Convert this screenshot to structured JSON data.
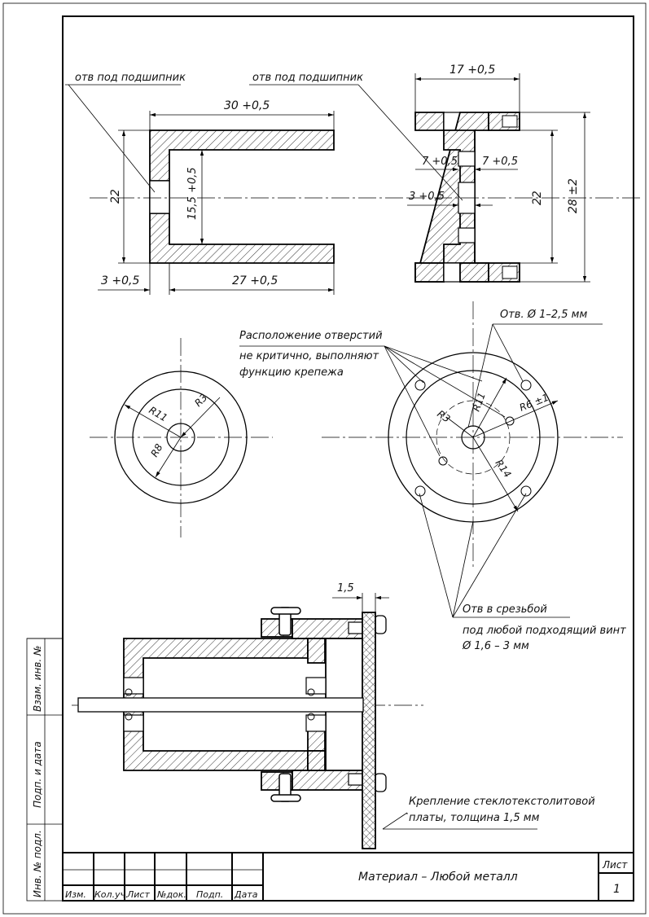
{
  "labels": {
    "bearing_hole_left": "отв под подшипник",
    "bearing_hole_right": "отв под подшипник",
    "dim_30": "30 +0,5",
    "dim_22_left": "22",
    "dim_15_5": "15,5 +0,5",
    "dim_3_left": "3 +0,5",
    "dim_27": "27 +0,5",
    "dim_17": "17 +0,5",
    "dim_7_a": "7 +0,5",
    "dim_7_b": "7 +0,5",
    "dim_3_right": "3 +0,5",
    "dim_22_right": "22",
    "dim_28": "28 ±2",
    "holes_dia": "Отв. Ø 1–2,5 мм",
    "holes_note_1": "Расположение отверстий",
    "holes_note_2": "не критично, выполняют",
    "holes_note_3": "функцию крепежа",
    "r11_left": "R11",
    "r3_left": "R3",
    "r8_left": "R8",
    "r3_right": "R3",
    "r11_right": "R11",
    "r6_right": "R6 ±1",
    "r14_right": "R14",
    "dim_1_5": "1,5",
    "thread_note_1": "Отв в срезьбой",
    "thread_note_2": "под любой подходящий винт",
    "thread_note_3": "Ø 1,6 – 3 мм",
    "board_note_1": "Крепление стеклотекстолитовой",
    "board_note_2": "платы, толщина 1,5 мм"
  },
  "side_stamp": [
    "Инв. № подл.",
    "Подп. и дата",
    "Взам. инв. №"
  ],
  "title_block": {
    "columns": [
      "Изм.",
      "Кол.уч.",
      "Лист",
      "№док.",
      "Подп.",
      "Дата"
    ],
    "material": "Материал – Любой металл",
    "sheet_label": "Лист",
    "sheet_number": "1"
  }
}
